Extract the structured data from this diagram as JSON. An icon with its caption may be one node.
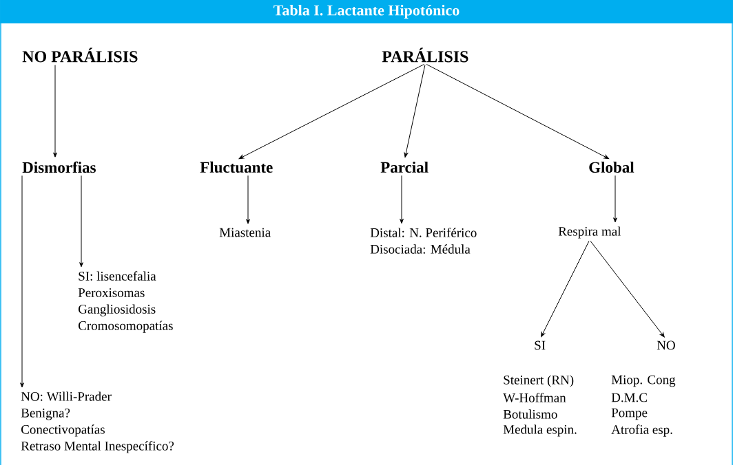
{
  "diagram": {
    "title": "Tabla I.  Lactante Hipotónico",
    "nodes": [
      {
        "text": [
          "NO PARÁLISIS"
        ]
      },
      {
        "text": [
          "PARÁLISIS"
        ]
      },
      {
        "text": [
          "Dismorfias"
        ]
      },
      {
        "text": [
          "Fluctuante"
        ]
      },
      {
        "text": [
          "Parcial"
        ]
      },
      {
        "text": [
          "Global"
        ]
      },
      {
        "text": [
          "Miastenia"
        ]
      },
      {
        "text": [
          "Distal: N. Periférico",
          "Disociada: Médula"
        ]
      },
      {
        "text": [
          "Respira mal"
        ]
      },
      {
        "text": [
          "SI: lisencefalia",
          "Peroxisomas",
          "Gangliosidosis",
          "Cromosomopatías"
        ]
      },
      {
        "text": [
          "NO: Willi-Prader",
          "Benigna?",
          "Conectivopatías",
          "Retraso Mental Inespecífico?"
        ]
      },
      {
        "text": [
          "SI"
        ]
      },
      {
        "text": [
          "NO"
        ]
      }
    ],
    "edges": [
      {
        "from": 0,
        "to": 2,
        "arrow": "to"
      },
      {
        "from": 1,
        "to": 3,
        "arrow": "to"
      },
      {
        "from": 1,
        "to": 4,
        "arrow": "to"
      },
      {
        "from": 1,
        "to": 5,
        "arrow": "to"
      },
      {
        "from": 3,
        "to": 6,
        "arrow": "to"
      },
      {
        "from": 4,
        "to": 7,
        "arrow": "to"
      },
      {
        "from": 5,
        "to": 8,
        "arrow": "to"
      },
      {
        "from": 2,
        "to": 9,
        "arrow": "to"
      },
      {
        "from": 2,
        "to": 10,
        "arrow": "to"
      },
      {
        "from": 8,
        "to": 11,
        "arrow": "to"
      },
      {
        "from": 8,
        "to": 12,
        "arrow": "to"
      }
    ],
    "labels": [
      "Steinert (RN)",
      "Miop. Cong",
      "W-Hoffman",
      "D.M.C",
      "Botulismo",
      "Pompe",
      "Medula espin.",
      "Atrofia esp."
    ]
  }
}
